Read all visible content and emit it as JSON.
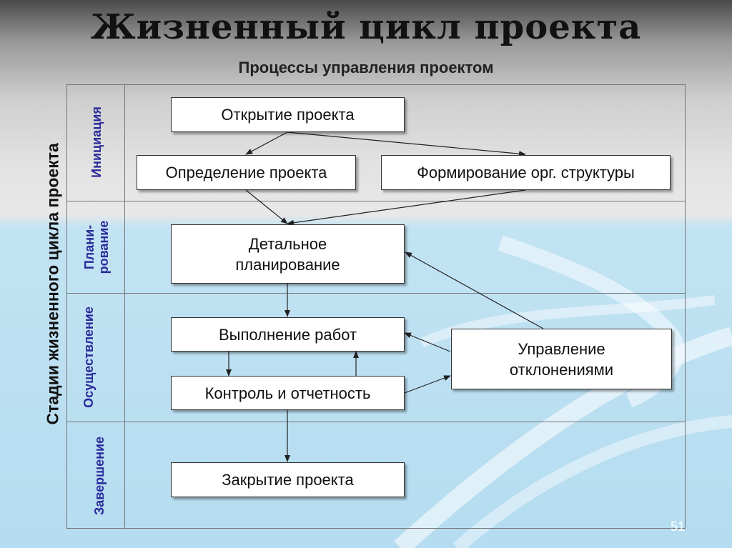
{
  "slide": {
    "title": "Жизненный цикл проекта",
    "subtitle": "Процессы управления проектом",
    "axis_label": "Стадии жизненного цикла проекта",
    "page_number": "51"
  },
  "stages": [
    {
      "label": "Инициация"
    },
    {
      "label_line1": "Плани-",
      "label_line2": "рование"
    },
    {
      "label": "Осуществление"
    },
    {
      "label": "Завершение"
    }
  ],
  "processes": {
    "opening": "Открытие проекта",
    "definition": "Определение проекта",
    "org_structure": "Формирование орг. структуры",
    "detailed_planning_line1": "Детальное",
    "detailed_planning_line2": "планирование",
    "execution": "Выполнение работ",
    "control": "Контроль и отчетность",
    "deviation_line1": "Управление",
    "deviation_line2": "отклонениями",
    "closing": "Закрытие проекта"
  },
  "colors": {
    "stage_label": "#2a2a9a",
    "box_border": "#333333",
    "box_fill": "#ffffff",
    "background_top": "#4a4a4a",
    "background_bottom": "#b5dcf0"
  }
}
